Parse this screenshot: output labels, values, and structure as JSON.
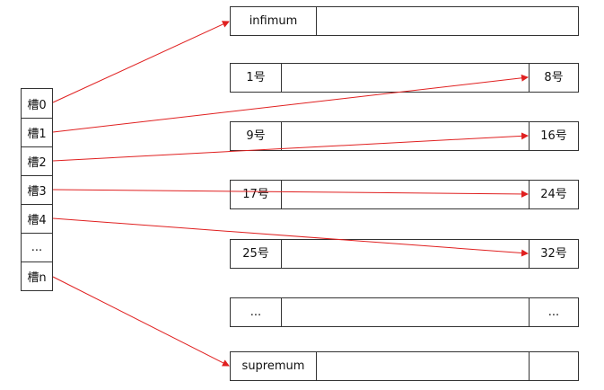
{
  "slots": [
    "槽0",
    "槽1",
    "槽2",
    "槽3",
    "槽4",
    "...",
    "槽n"
  ],
  "records": {
    "infimum": "infimum",
    "groups": [
      {
        "first": "1号",
        "last": "8号"
      },
      {
        "first": "9号",
        "last": "16号"
      },
      {
        "first": "17号",
        "last": "24号"
      },
      {
        "first": "25号",
        "last": "32号"
      },
      {
        "first": "...",
        "last": "..."
      }
    ],
    "supremum": "supremum"
  },
  "colors": {
    "arrow": "#e02020",
    "border": "#333333"
  }
}
